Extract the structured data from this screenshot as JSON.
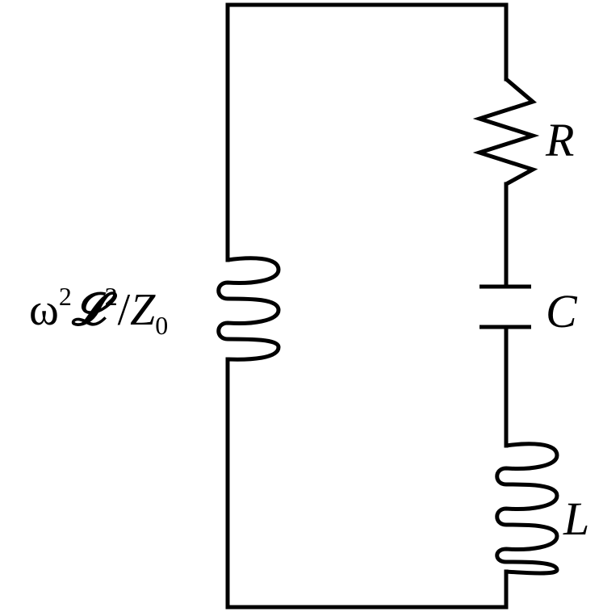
{
  "diagram": {
    "stroke_color": "#000000",
    "background_color": "#ffffff",
    "components": {
      "resistor": {
        "label": "R",
        "icon": "resistor-zigzag"
      },
      "capacitor": {
        "label": "C",
        "icon": "capacitor-plates"
      },
      "inductor": {
        "label": "L",
        "icon": "inductor-coil"
      },
      "coupled_inductor": {
        "icon": "inductor-coil",
        "label": {
          "omega": "ω",
          "omega_exp": "2",
          "mutual": "𝓛",
          "mutual_exp": "2",
          "slash": "/",
          "z": "Z",
          "z_sub": "0"
        }
      }
    }
  }
}
